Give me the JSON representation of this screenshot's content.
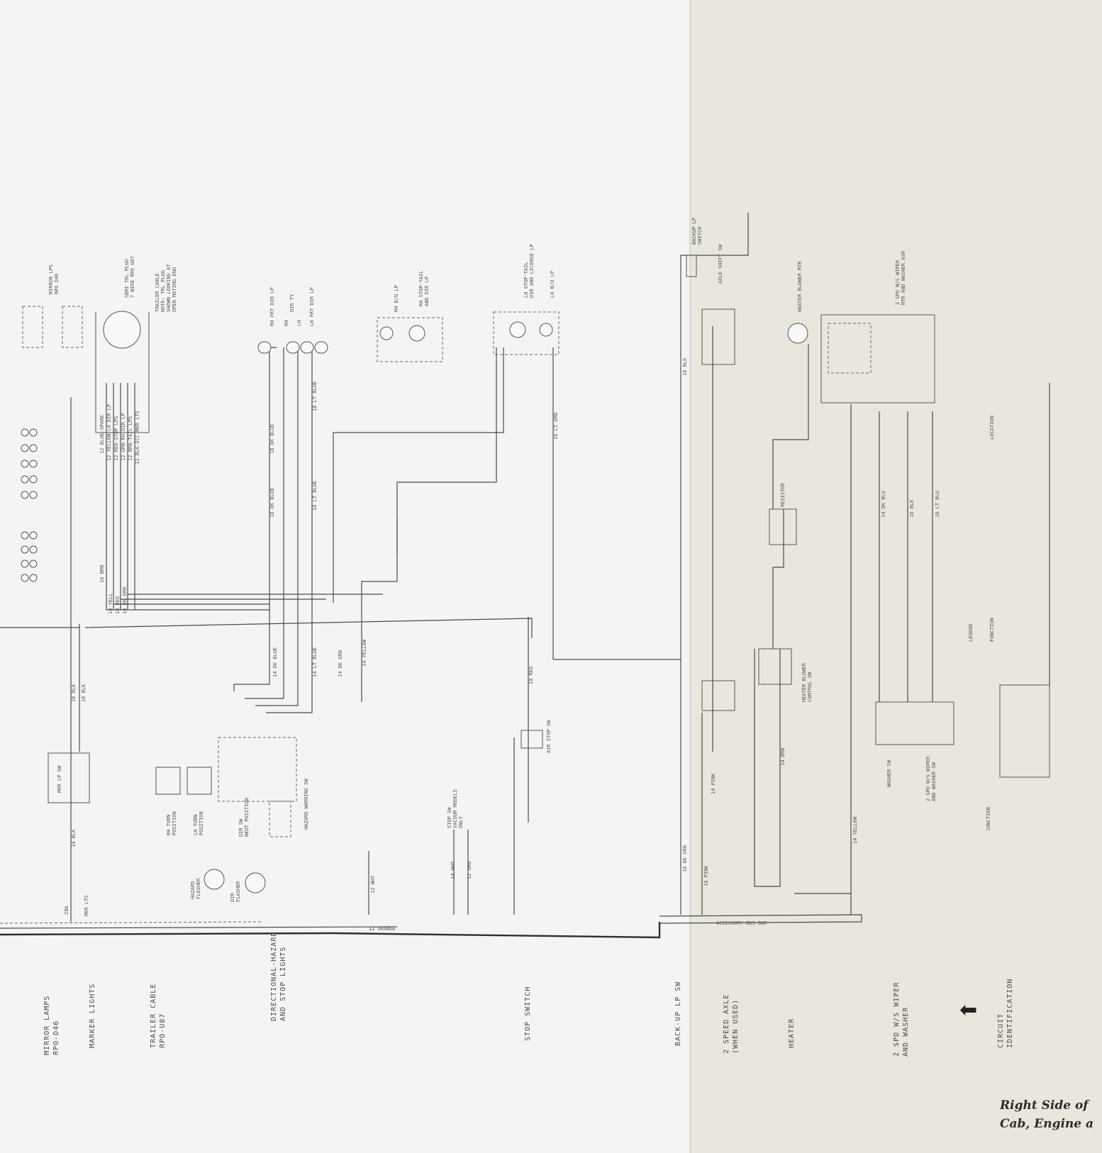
{
  "sections": [
    {
      "id": "mirror-lamps",
      "label": "MIRROR LAMPS\nRPO-D46"
    },
    {
      "id": "marker-lights",
      "label": "MARKER LIGHTS"
    },
    {
      "id": "trailer-cable",
      "label": "TRAILER CABLE\nRPO-U87"
    },
    {
      "id": "directional",
      "label": "DIRECTIONAL-HAZARD\nAND STOP LIGHTS"
    },
    {
      "id": "stop-switch",
      "label": "STOP SWITCH"
    },
    {
      "id": "backup",
      "label": "BACK-UP LP SW"
    },
    {
      "id": "two-speed-axle",
      "label": "2 SPEED AXLE\n(WHEN USED)"
    },
    {
      "id": "heater",
      "label": "HEATER"
    },
    {
      "id": "wiper",
      "label": "2 SPD W/S WIPER\nAND WASHER"
    },
    {
      "id": "circuit-id",
      "label": "CIRCUIT\nIDENTIFICATION"
    }
  ],
  "components": {
    "mirror_lps": "MIRROR LPS\nRPO D46",
    "semi_trl_plug": "SEMI TRL PLUG\n7 WIRE RPO U87",
    "trailer_cable_note": "TRAILER CABLE\nNOTE: TRL PLUG\nSHOWN LOOKING AT\nOPEN MATING END",
    "rh_frt_dir_lp": "RH FRT DIR LP",
    "rh": "RH",
    "dir_ty": "DIR TY",
    "lh": "LH",
    "lh_frt_dir_lp": "LH FRT DIR LP",
    "rh_bu_lp": "RH B/U LP",
    "rh_stop_tail": "RH STOP-TAIL\nAND DIR LP",
    "lh_stop_tail": "LH STOP-TAIL\nDIR AND LICENSE LP",
    "lh_bu_lp": "LH B/U LP",
    "backup_lp_sw": "BACKUP LP\nSWITCH",
    "axle_shift_sw": "AXLE SHIFT SW",
    "heater_blower_mtr": "HEATER BLOWER MTR",
    "wiper_motor": "2 SPD W/S WIPER\nMTR AND WASHER ASM",
    "mkr_lp_sw": "MKR LP SW",
    "hazard_flasher": "HAZARD\nFLASHER",
    "dir_flasher": "DIR\nFLASHER",
    "rh_turn": "RH TURN\nPOSITION",
    "lh_turn": "LH TURN\nPOSITION",
    "neut_position": "DIR SW\nNEUT POSITION",
    "hazard_warning_sw": "HAZARD WARNING SW",
    "air_stop_sw": "AIR STOP SW",
    "stop_sw_vacuum": "STOP SW\nVACUUM MODELS\nONLY",
    "resistor": "RESISTOR",
    "heater_blower_sw": "HEATER BLOWER\nCONTROL SW",
    "washer_sw": "WASHER SW",
    "wiper_sw": "2 SPD W/S WIPER\nAND WASHER SW",
    "fuse_block": "ACCESSORY BUS BAR",
    "junction": "JUNCTION",
    "legend": "LEGEND",
    "function": "FUNCTION",
    "location": "LOCATION"
  },
  "wire_labels": [
    "16 BLK",
    "16 BLK",
    "14 BLK",
    "20A",
    "MKR LTS",
    "14 YELL",
    "14 RED",
    "14 DK GRN",
    "16 BRN",
    "18 DK BLUE",
    "18 DK BLUE",
    "18 LT BLUE",
    "16 LT BLUE",
    "14 DK BLUE",
    "14 LT BLUE",
    "14 DK GRN",
    "14 YELLOW",
    "10 RED",
    "14 WHT",
    "12 ORG",
    "12 WHT",
    "12 ORANGE",
    "16 LT GRN",
    "16 BLK",
    "16 DK GRN",
    "16 PINK",
    "14 PINK",
    "14 BRN",
    "14 YELLOW",
    "14 DK BLU",
    "16 LT BLU",
    "16 BLK",
    "12 BLUE-SPARE",
    "12 YELLOW-LH DIR LP",
    "12 RED-STOP LPS",
    "12 GRN-RH DIR LP",
    "12 BRN-TAIL LPS",
    "12 BLK-ICC MKR LTS"
  ],
  "footer": {
    "title_line1": "Right Side of",
    "title_line2": "Cab, Engine a"
  }
}
